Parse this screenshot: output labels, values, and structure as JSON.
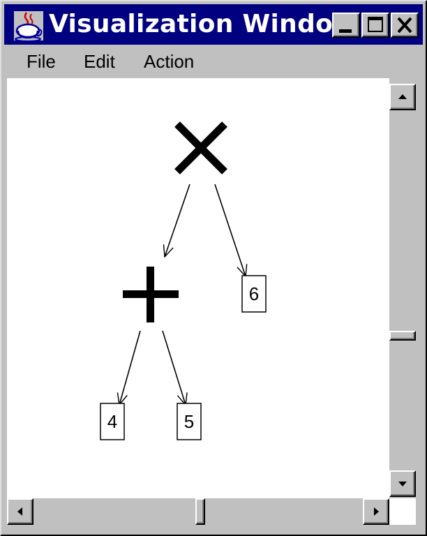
{
  "window": {
    "title": "Visualization Window"
  },
  "menu": {
    "items": [
      "File",
      "Edit",
      "Action"
    ]
  },
  "tree": {
    "root": {
      "operator": "×",
      "name": "multiply"
    },
    "left": {
      "operator": "+",
      "name": "add"
    },
    "leaves": {
      "a": "4",
      "b": "5",
      "c": "6"
    }
  },
  "scroll": {
    "vertical_position": 0.62,
    "horizontal_position": 0.48
  },
  "colors": {
    "titlebar": "#000080",
    "face": "#c0c0c0",
    "canvas": "#ffffff",
    "ink": "#000000"
  },
  "icons": [
    "java-coffee-icon",
    "minimize-icon",
    "maximize-icon",
    "close-icon",
    "arrow-up-icon",
    "arrow-down-icon",
    "arrow-left-icon",
    "arrow-right-icon"
  ]
}
